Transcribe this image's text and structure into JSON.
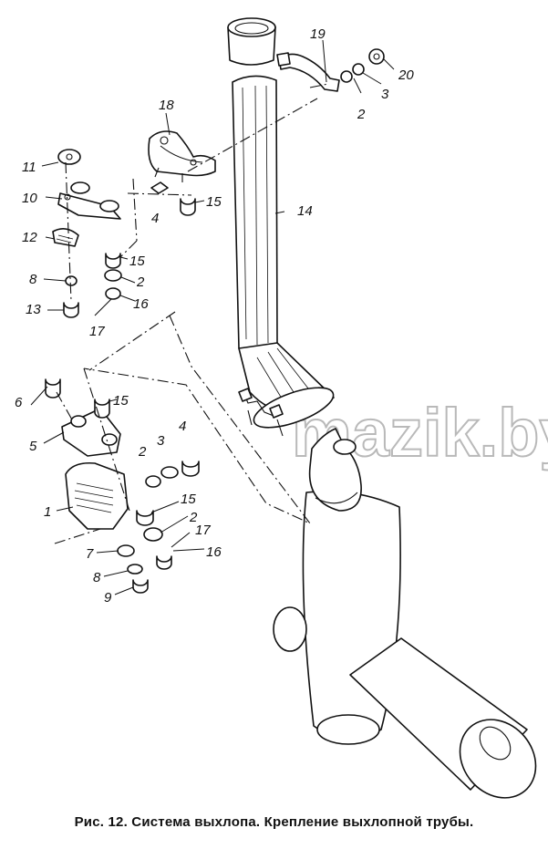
{
  "caption": "Рис. 12. Система выхлопа. Крепление выхлопной трубы.",
  "watermark": "mazik.by",
  "labels": {
    "l1": "1",
    "l2a": "2",
    "l2b": "2",
    "l2c": "2",
    "l2d": "2",
    "l3a": "3",
    "l3b": "3",
    "l4a": "4",
    "l4b": "4",
    "l5": "5",
    "l6": "6",
    "l7": "7",
    "l8a": "8",
    "l8b": "8",
    "l9": "9",
    "l10": "10",
    "l11": "11",
    "l12": "12",
    "l13": "13",
    "l14": "14",
    "l15a": "15",
    "l15b": "15",
    "l15c": "15",
    "l15d": "15",
    "l16a": "16",
    "l16b": "16",
    "l17a": "17",
    "l17b": "17",
    "l18": "18",
    "l19": "19",
    "l20": "20"
  }
}
